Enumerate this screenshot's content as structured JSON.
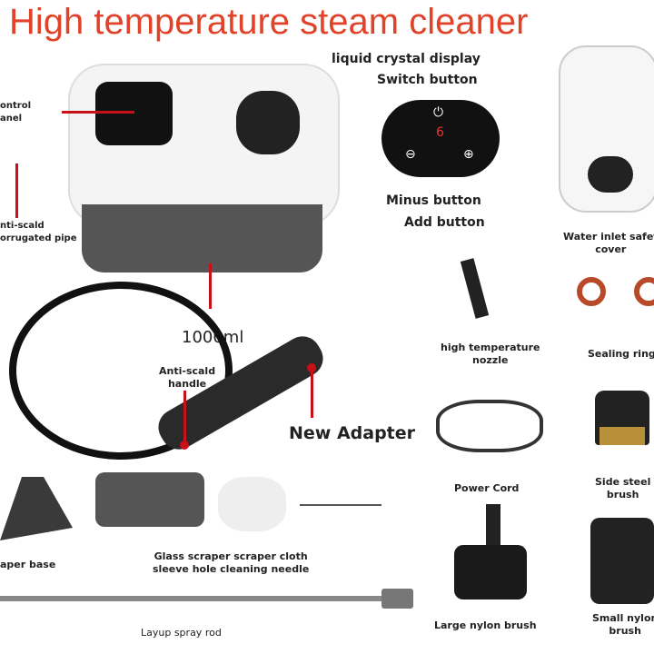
{
  "title": "High temperature steam cleaner",
  "labels": {
    "control_panel": "ontrol\nanel",
    "anti_scald_pipe": "nti-scald\norrugated pipe",
    "capacity": "1000ml",
    "lcd": "liquid crystal display",
    "switch": "Switch button",
    "minus": "Minus button",
    "add": "Add button",
    "water_inlet": "Water inlet safet\ncover",
    "nozzle": "high temperature\nnozzle",
    "sealing": "Sealing ring",
    "handle": "Anti-scald\nhandle",
    "adapter": "New Adapter",
    "power": "Power Cord",
    "side_brush": "Side steel\nbrush",
    "scraper_base": "aper base",
    "glass": "Glass scraper scraper cloth\nsleeve hole cleaning needle",
    "large_brush": "Large nylon brush",
    "small_brush": "Small nylon\nbrush",
    "rod": "Layup spray rod",
    "display_value": "6"
  },
  "colors": {
    "title": "#e0432a",
    "accent": "#c81018"
  }
}
